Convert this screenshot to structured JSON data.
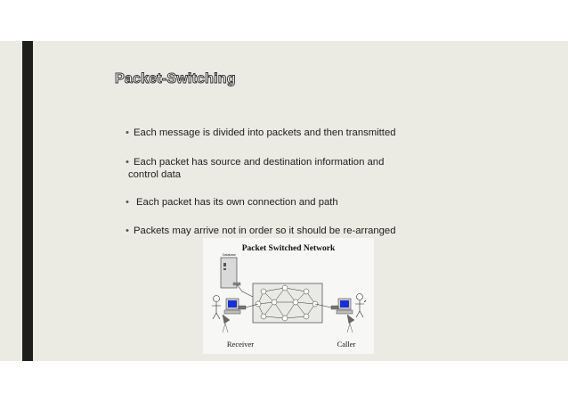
{
  "slide": {
    "title": "Packet-Switching",
    "bullets": [
      {
        "text": "Each message is divided into packets and then transmitted"
      },
      {
        "line1": "Each packet has source and destination information and",
        "line2": "control data"
      },
      {
        "text": "Each packet has its own connection and path"
      },
      {
        "text": "Packets may arrive not in order so it should be re-arranged"
      }
    ]
  },
  "diagram": {
    "title": "Packet Switched Network",
    "server_label": "Database",
    "receiver_label": "Receiver",
    "caller_label": "Caller"
  },
  "colors": {
    "slide_background": "#ecebe3",
    "accent_bar": "#1e1e1a",
    "monitor_screen": "#1a2fd0"
  }
}
